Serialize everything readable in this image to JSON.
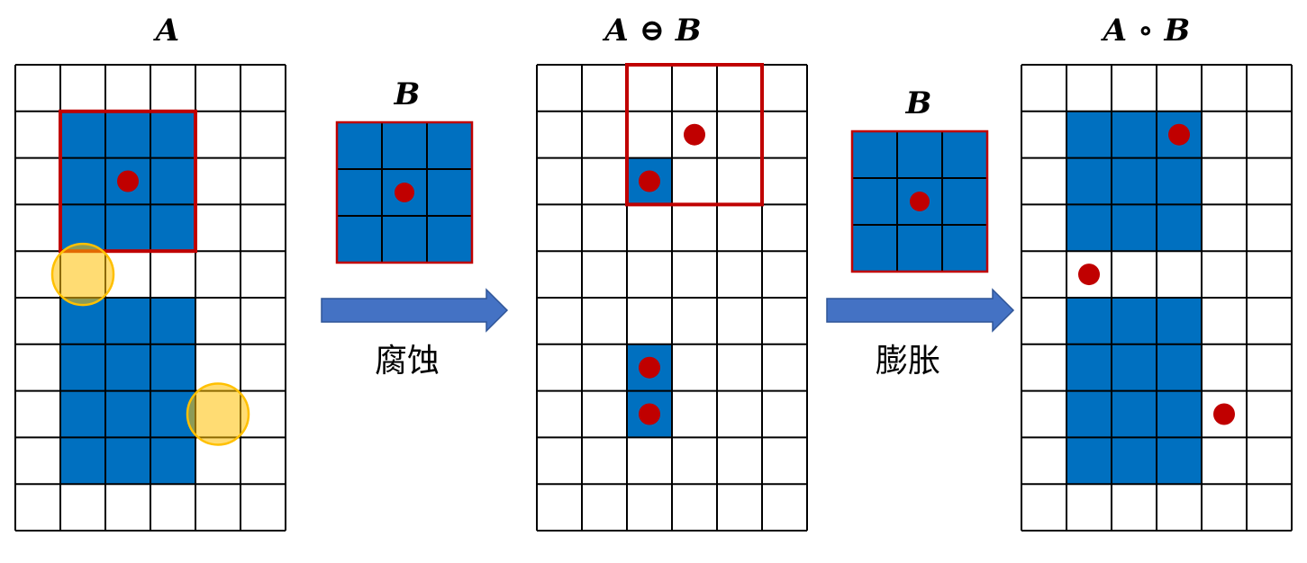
{
  "titles": {
    "a": "A",
    "eroded": "A ⊖ B",
    "kernel_1": "B",
    "kernel_2": "B",
    "opened": "A ∘ B"
  },
  "labels": {
    "erosion": "腐蚀",
    "dilation": "膨胀"
  },
  "colors": {
    "fill": "#0070c0",
    "grid_line": "#000000",
    "frame": "#c00000",
    "dot": "#c00000",
    "highlight_fill": "#ffc000",
    "highlight_stroke": "#ffc000",
    "arrow_fill": "#4472c4",
    "arrow_stroke": "#2f5597"
  },
  "grids": {
    "a": {
      "cols": 6,
      "rows": 10,
      "filled": [
        [
          1,
          1
        ],
        [
          2,
          1
        ],
        [
          3,
          1
        ],
        [
          1,
          2
        ],
        [
          2,
          2
        ],
        [
          3,
          2
        ],
        [
          1,
          3
        ],
        [
          2,
          3
        ],
        [
          3,
          3
        ],
        [
          1,
          5
        ],
        [
          2,
          5
        ],
        [
          3,
          5
        ],
        [
          1,
          6
        ],
        [
          2,
          6
        ],
        [
          3,
          6
        ],
        [
          1,
          7
        ],
        [
          2,
          7
        ],
        [
          3,
          7
        ],
        [
          1,
          8
        ],
        [
          2,
          8
        ],
        [
          3,
          8
        ]
      ],
      "dots": [
        [
          2,
          2
        ]
      ],
      "frame": [
        1,
        1,
        3,
        3
      ],
      "highlights": [
        [
          1,
          4
        ],
        [
          4,
          7
        ]
      ]
    },
    "kernel_1": {
      "cols": 3,
      "rows": 3,
      "filled": "all",
      "dots": [
        [
          1,
          1
        ]
      ]
    },
    "eroded": {
      "cols": 6,
      "rows": 10,
      "filled": [
        [
          2,
          2
        ],
        [
          2,
          6
        ],
        [
          2,
          7
        ]
      ],
      "dots": [
        [
          3,
          1
        ],
        [
          2,
          2
        ],
        [
          2,
          6
        ],
        [
          2,
          7
        ]
      ],
      "frame": [
        2,
        0,
        3,
        3
      ]
    },
    "kernel_2": {
      "cols": 3,
      "rows": 3,
      "filled": "all",
      "dots": [
        [
          1,
          1
        ]
      ]
    },
    "opened": {
      "cols": 6,
      "rows": 10,
      "filled": [
        [
          1,
          1
        ],
        [
          2,
          1
        ],
        [
          3,
          1
        ],
        [
          1,
          2
        ],
        [
          2,
          2
        ],
        [
          3,
          2
        ],
        [
          1,
          3
        ],
        [
          2,
          3
        ],
        [
          3,
          3
        ],
        [
          1,
          5
        ],
        [
          2,
          5
        ],
        [
          3,
          5
        ],
        [
          1,
          6
        ],
        [
          2,
          6
        ],
        [
          3,
          6
        ],
        [
          1,
          7
        ],
        [
          2,
          7
        ],
        [
          3,
          7
        ],
        [
          1,
          8
        ],
        [
          2,
          8
        ],
        [
          3,
          8
        ]
      ],
      "dots": [
        [
          3,
          1
        ],
        [
          1,
          4
        ],
        [
          4,
          7
        ]
      ]
    }
  }
}
